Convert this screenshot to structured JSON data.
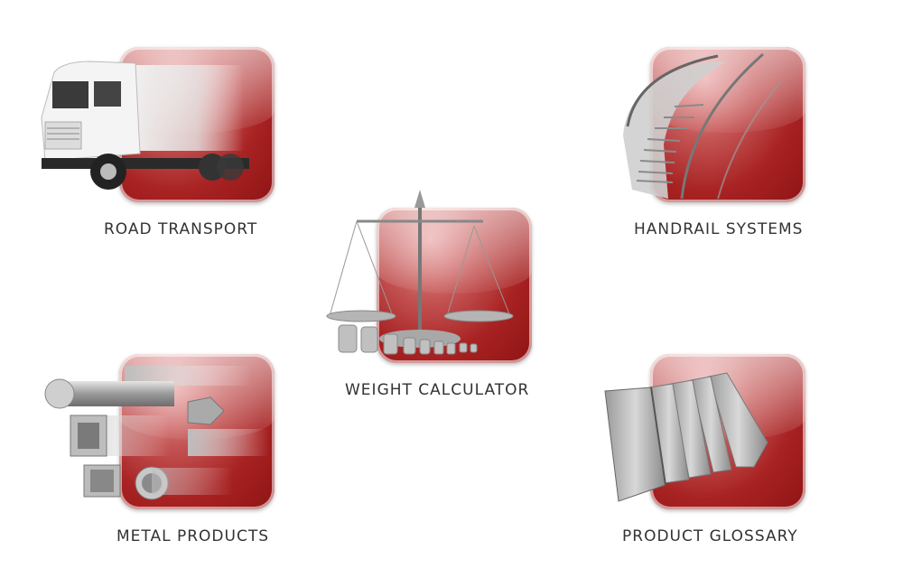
{
  "tiles": {
    "road_transport": {
      "label": "ROAD TRANSPORT",
      "icon": "truck-icon"
    },
    "handrail_systems": {
      "label": "HANDRAIL SYSTEMS",
      "icon": "staircase-icon"
    },
    "weight_calculator": {
      "label": "WEIGHT CALCULATOR",
      "icon": "balance-scale-icon"
    },
    "metal_products": {
      "label": "METAL PRODUCTS",
      "icon": "metal-profiles-icon"
    },
    "product_glossary": {
      "label": "PRODUCT GLOSSARY",
      "icon": "books-icon"
    }
  },
  "colors": {
    "tile_red": "#a82222",
    "label_text": "#333333",
    "background": "#ffffff"
  }
}
